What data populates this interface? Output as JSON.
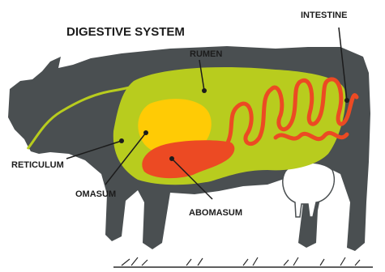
{
  "title": "DIGESTIVE SYSTEM",
  "labels": {
    "rumen": "RUMEN",
    "intestine": "INTESTINE",
    "reticulum": "RETICULUM",
    "omasum": "OMASUM",
    "abomasum": "ABOMASUM"
  },
  "colors": {
    "body": "#4a4f51",
    "rumen": "#b8cc1e",
    "omasum": "#ffcb05",
    "abomasum": "#ec4a23",
    "intestine": "#ec4a23",
    "udder": "#ffffff",
    "ground": "#2a2a2a"
  }
}
